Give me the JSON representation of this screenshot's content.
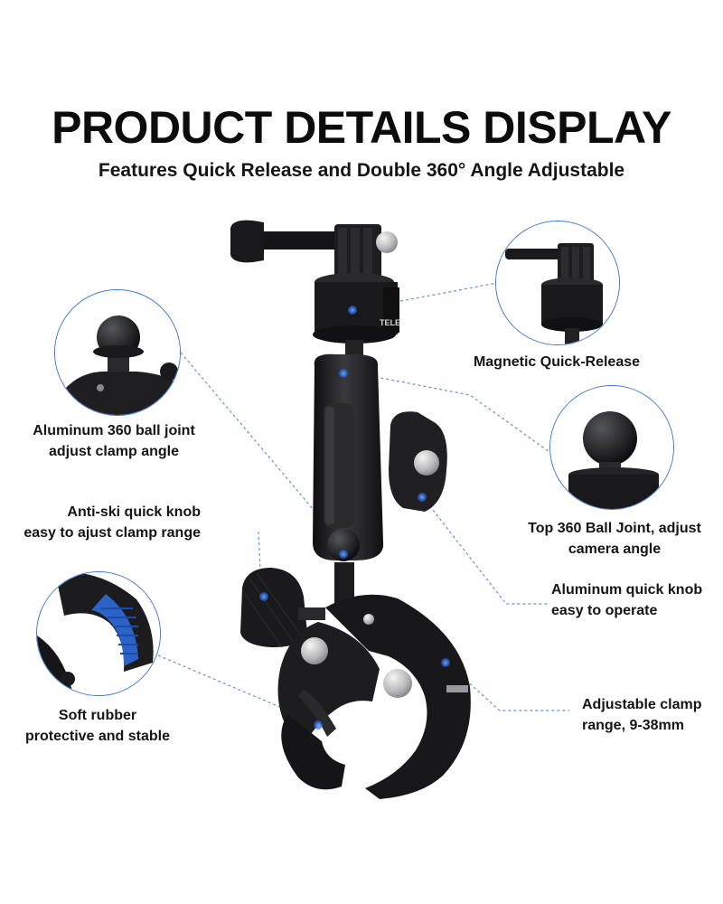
{
  "header": {
    "title": "PRODUCT DETAILS DISPLAY",
    "subtitle": "Features Quick Release and Double 360° Angle Adjustable"
  },
  "product": {
    "brand_mark": "TELE"
  },
  "callouts": {
    "magnetic": [
      "Magnetic Quick-Release"
    ],
    "aluminum_ball": [
      "Aluminum 360 ball joint",
      "adjust clamp angle"
    ],
    "top_ball": [
      "Top 360 Ball Joint, adjust",
      "camera angle"
    ],
    "anti_ski": [
      "Anti-ski quick knob",
      "easy to ajust clamp range"
    ],
    "aluminum_knob": [
      "Aluminum quick knob",
      "easy to operate"
    ],
    "soft_rubber": [
      "Soft rubber",
      "protective and stable"
    ],
    "clamp_range": [
      "Adjustable clamp",
      "range, 9-38mm"
    ]
  },
  "colors": {
    "accent": "#2f6fd6",
    "leader": "#6b8fcf",
    "metal": "#1c1c1e",
    "highlight": "#3d7bea"
  }
}
